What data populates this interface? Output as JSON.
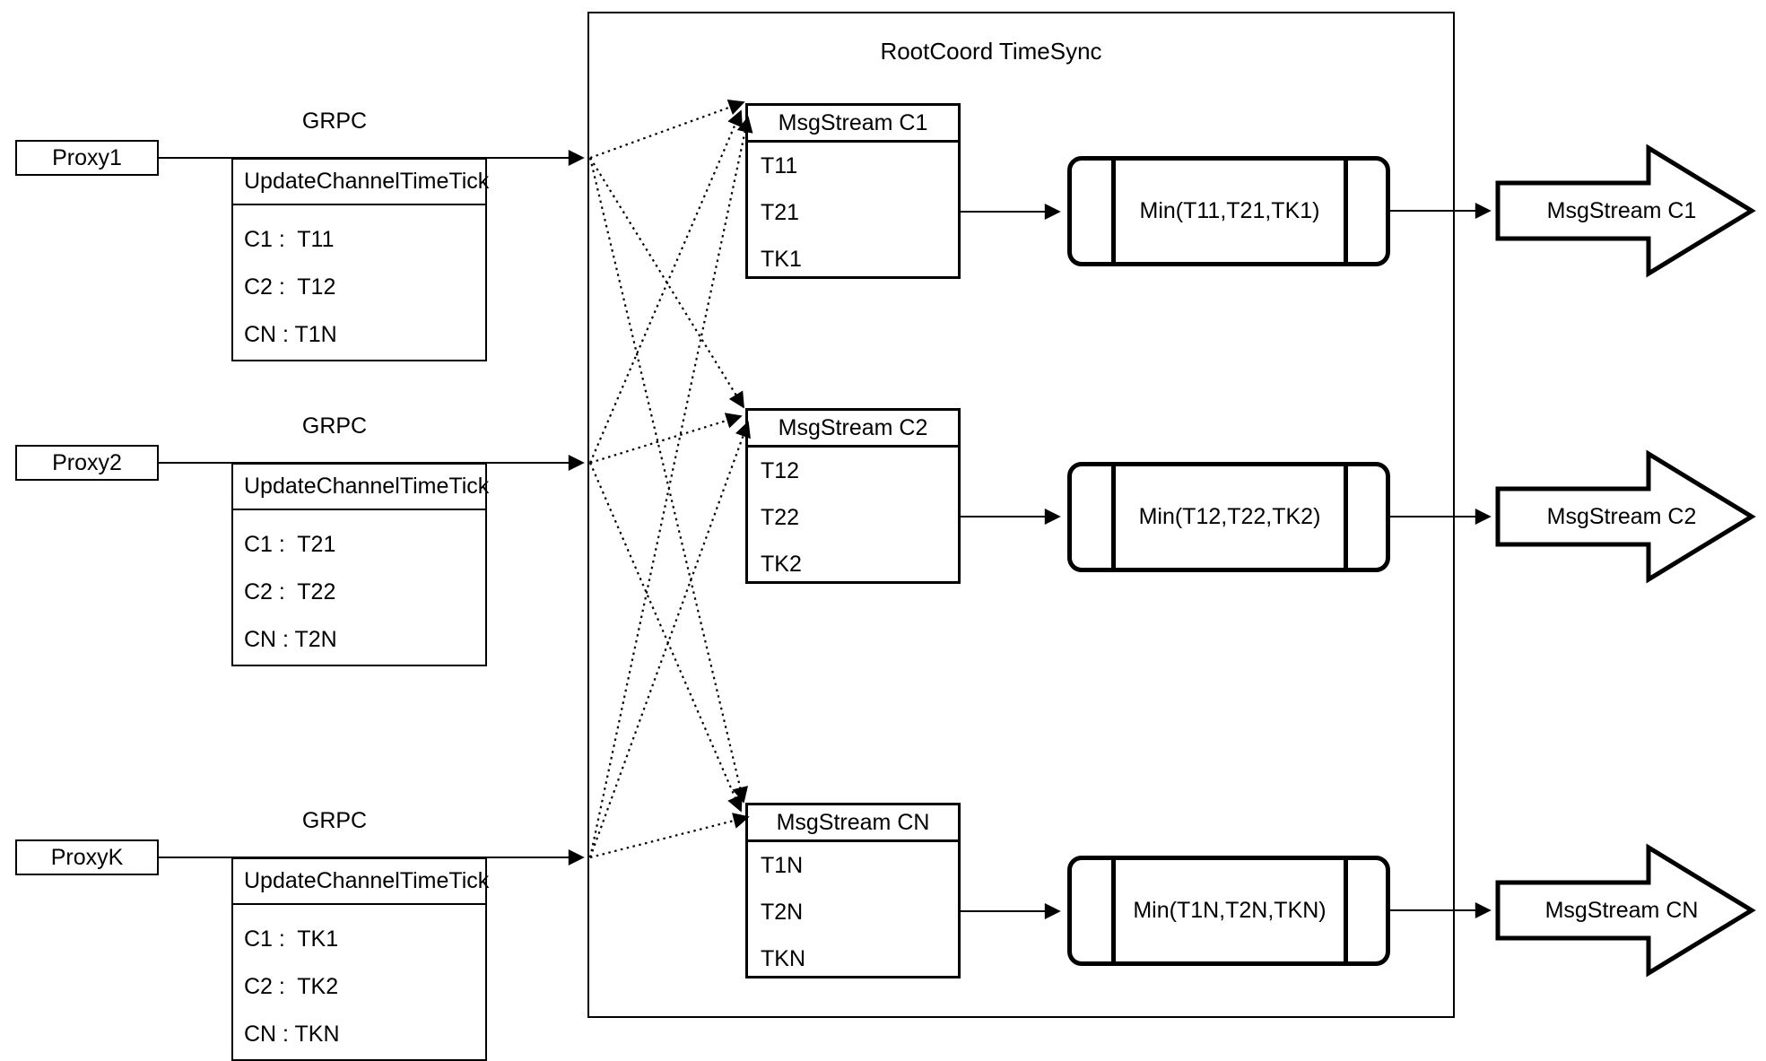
{
  "diagram": {
    "title": "RootCoord TimeSync",
    "grpc_label": "GRPC",
    "colors": {
      "stroke": "#000000",
      "background": "#ffffff"
    },
    "proxies": [
      {
        "name": "Proxy1",
        "table": {
          "header": "UpdateChannelTimeTick",
          "rows": [
            "C1 :  T11",
            "C2 :  T12",
            "CN : T1N"
          ]
        }
      },
      {
        "name": "Proxy2",
        "table": {
          "header": "UpdateChannelTimeTick",
          "rows": [
            "C1 :  T21",
            "C2 :  T22",
            "CN : T2N"
          ]
        }
      },
      {
        "name": "ProxyK",
        "table": {
          "header": "UpdateChannelTimeTick",
          "rows": [
            "C1 :  TK1",
            "C2 :  TK2",
            "CN : TKN"
          ]
        }
      }
    ],
    "streams": [
      {
        "header": "MsgStream C1",
        "ticks": [
          "T11",
          "T21",
          "TK1"
        ],
        "min_label": "Min(T11,T21,TK1)",
        "output": "MsgStream C1"
      },
      {
        "header": "MsgStream C2",
        "ticks": [
          "T12",
          "T22",
          "TK2"
        ],
        "min_label": "Min(T12,T22,TK2)",
        "output": "MsgStream C2"
      },
      {
        "header": "MsgStream CN",
        "ticks": [
          "T1N",
          "T2N",
          "TKN"
        ],
        "min_label": "Min(T1N,T2N,TKN)",
        "output": "MsgStream CN"
      }
    ]
  }
}
